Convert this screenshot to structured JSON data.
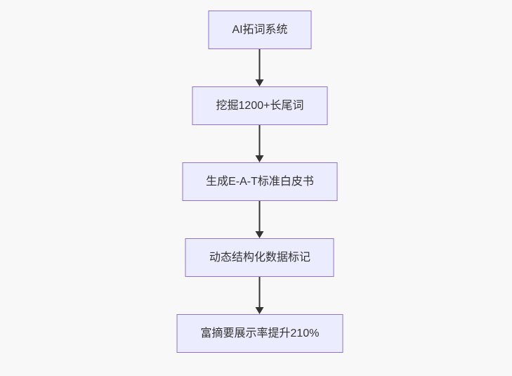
{
  "diagram": {
    "type": "flowchart",
    "direction": "top-down",
    "colors": {
      "background": "#f8f8f8",
      "node_fill": "#ECECFF",
      "node_border": "#9370DB",
      "text_color": "#333333",
      "arrow_color": "#333333"
    },
    "nodes": [
      {
        "id": "ai-expansion",
        "label": "AI拓词系统"
      },
      {
        "id": "longtail-mining",
        "label": "挖掘1200+长尾词"
      },
      {
        "id": "eat-whitepaper",
        "label": "生成E-A-T标准白皮书"
      },
      {
        "id": "structured-data",
        "label": "动态结构化数据标记"
      },
      {
        "id": "rich-snippet",
        "label": "富摘要展示率提升210%"
      }
    ],
    "edges": [
      {
        "from": "ai-expansion",
        "to": "longtail-mining"
      },
      {
        "from": "longtail-mining",
        "to": "eat-whitepaper"
      },
      {
        "from": "eat-whitepaper",
        "to": "structured-data"
      },
      {
        "from": "structured-data",
        "to": "rich-snippet"
      }
    ]
  }
}
